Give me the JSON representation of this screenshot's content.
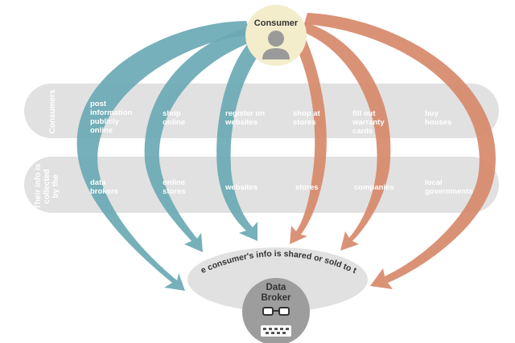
{
  "consumer": {
    "label": "Consumer"
  },
  "data_broker": {
    "label": "Data\nBroker"
  },
  "band_top": {
    "label": "Consumers"
  },
  "band_bottom": {
    "label": "Their info is\ncollected\nby the"
  },
  "shared_text": "The consumer's info is shared or sold to the",
  "colors": {
    "teal": "#6aa9b4",
    "orange": "#d7896a",
    "band": "#e1e1e1",
    "consumer_circle": "#f3edcc",
    "icon": "#9a9a9a",
    "text_dark": "#333333"
  },
  "columns": [
    {
      "action": "post\ninformation\npublicly\nonline",
      "collector": "data\nbrokers",
      "color": "teal"
    },
    {
      "action": "shop\nonline",
      "collector": "online\nstores",
      "color": "teal"
    },
    {
      "action": "register on\nwebsites",
      "collector": "websites",
      "color": "teal"
    },
    {
      "action": "shop at\nstores",
      "collector": "stores",
      "color": "orange"
    },
    {
      "action": "fill out\nwarranty\ncards",
      "collector": "companies",
      "color": "orange"
    },
    {
      "action": "buy\nhouses",
      "collector": "local\ngovernments",
      "color": "orange"
    }
  ]
}
